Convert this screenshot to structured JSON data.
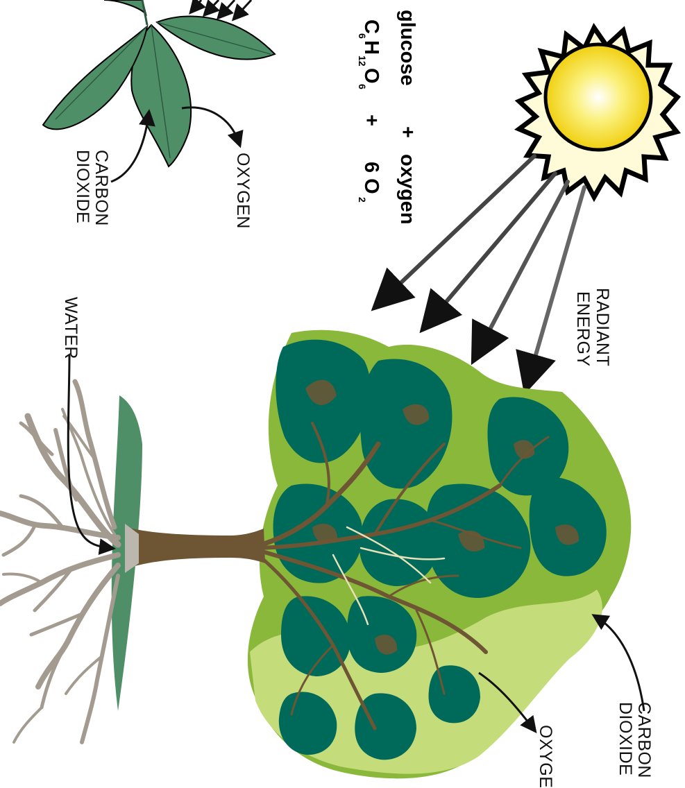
{
  "labels": {
    "radiant_energy": [
      "RADIANT",
      "ENERGY"
    ],
    "water": "WATER",
    "tree_carbon_dioxide": [
      "CARBON",
      "DIOXIDE"
    ],
    "tree_oxygen": "OXYGEN",
    "leaf_carbon_dioxide": [
      "CARBON",
      "DIOXIDE"
    ],
    "leaf_oxygen": "OXYGEN"
  },
  "equation": {
    "word_left": "glucose",
    "plus_word": "+",
    "word_right": "oxygen",
    "formula_c": "C",
    "formula_c_sub": "6",
    "formula_h": "H",
    "formula_h_sub": "12",
    "formula_o": "O",
    "formula_o_sub": "6",
    "plus_formula": "+",
    "formula_6o": "6 O",
    "formula_6o_sub": "2"
  },
  "colors": {
    "sun_core": "#f5e21c",
    "sun_glow": "#fffbd0",
    "leaf": "#4f8f68",
    "canopy_dark": "#006a5a",
    "canopy_mid": "#8ab83a",
    "canopy_light": "#c5dc7a",
    "bark": "#6e5634",
    "roots": "#a49b90",
    "soil": "#4f8f68"
  }
}
